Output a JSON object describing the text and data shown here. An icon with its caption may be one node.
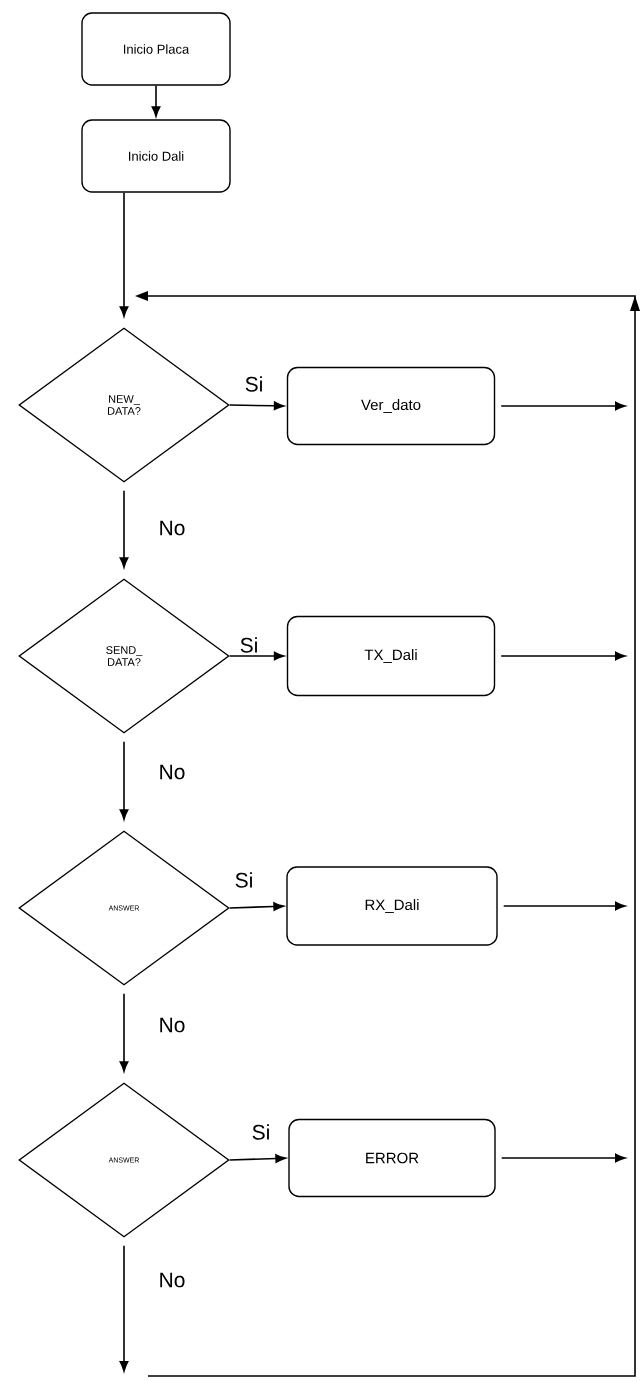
{
  "diagram": {
    "nodes": [
      {
        "text": [
          "Inicio Placa"
        ]
      },
      {
        "text": [
          "Inicio Dali"
        ]
      },
      {
        "text": [
          "NEW_ DATA?"
        ]
      },
      {
        "text": [
          "Ver_dato"
        ]
      },
      {
        "text": [
          "SEND_ DATA?"
        ]
      },
      {
        "text": [
          "TX_Dali"
        ]
      },
      {
        "text": [
          "ANSWER"
        ]
      },
      {
        "text": [
          "RX_Dali"
        ]
      },
      {
        "text": [
          "ANSWER"
        ]
      },
      {
        "text": [
          "ERROR"
        ]
      }
    ],
    "edges": [
      {
        "from": 0,
        "to": 1,
        "arrow": "to"
      },
      {
        "from": 1,
        "to": 2,
        "arrow": "to"
      },
      {
        "from": 2,
        "to": 3,
        "arrow": "to",
        "label": "Si"
      },
      {
        "from": 2,
        "to": 4,
        "arrow": "to",
        "label": "No"
      },
      {
        "from": 4,
        "to": 5,
        "arrow": "to",
        "label": "Si"
      },
      {
        "from": 4,
        "to": 6,
        "arrow": "to",
        "label": "No"
      },
      {
        "from": 6,
        "to": 7,
        "arrow": "to",
        "label": "Si"
      },
      {
        "from": 6,
        "to": 8,
        "arrow": "to",
        "label": "No"
      },
      {
        "from": 8,
        "to": 9,
        "arrow": "to",
        "label": "Si"
      },
      {
        "from": 8,
        "to": null,
        "arrow": "to",
        "label": "No"
      },
      {
        "from": 3,
        "to": null,
        "arrow": "to"
      },
      {
        "from": 5,
        "to": null,
        "arrow": "to"
      },
      {
        "from": 7,
        "to": null,
        "arrow": "to"
      },
      {
        "from": 9,
        "to": null,
        "arrow": "to"
      },
      {
        "from": null,
        "to": 2,
        "arrow": "to"
      }
    ]
  }
}
